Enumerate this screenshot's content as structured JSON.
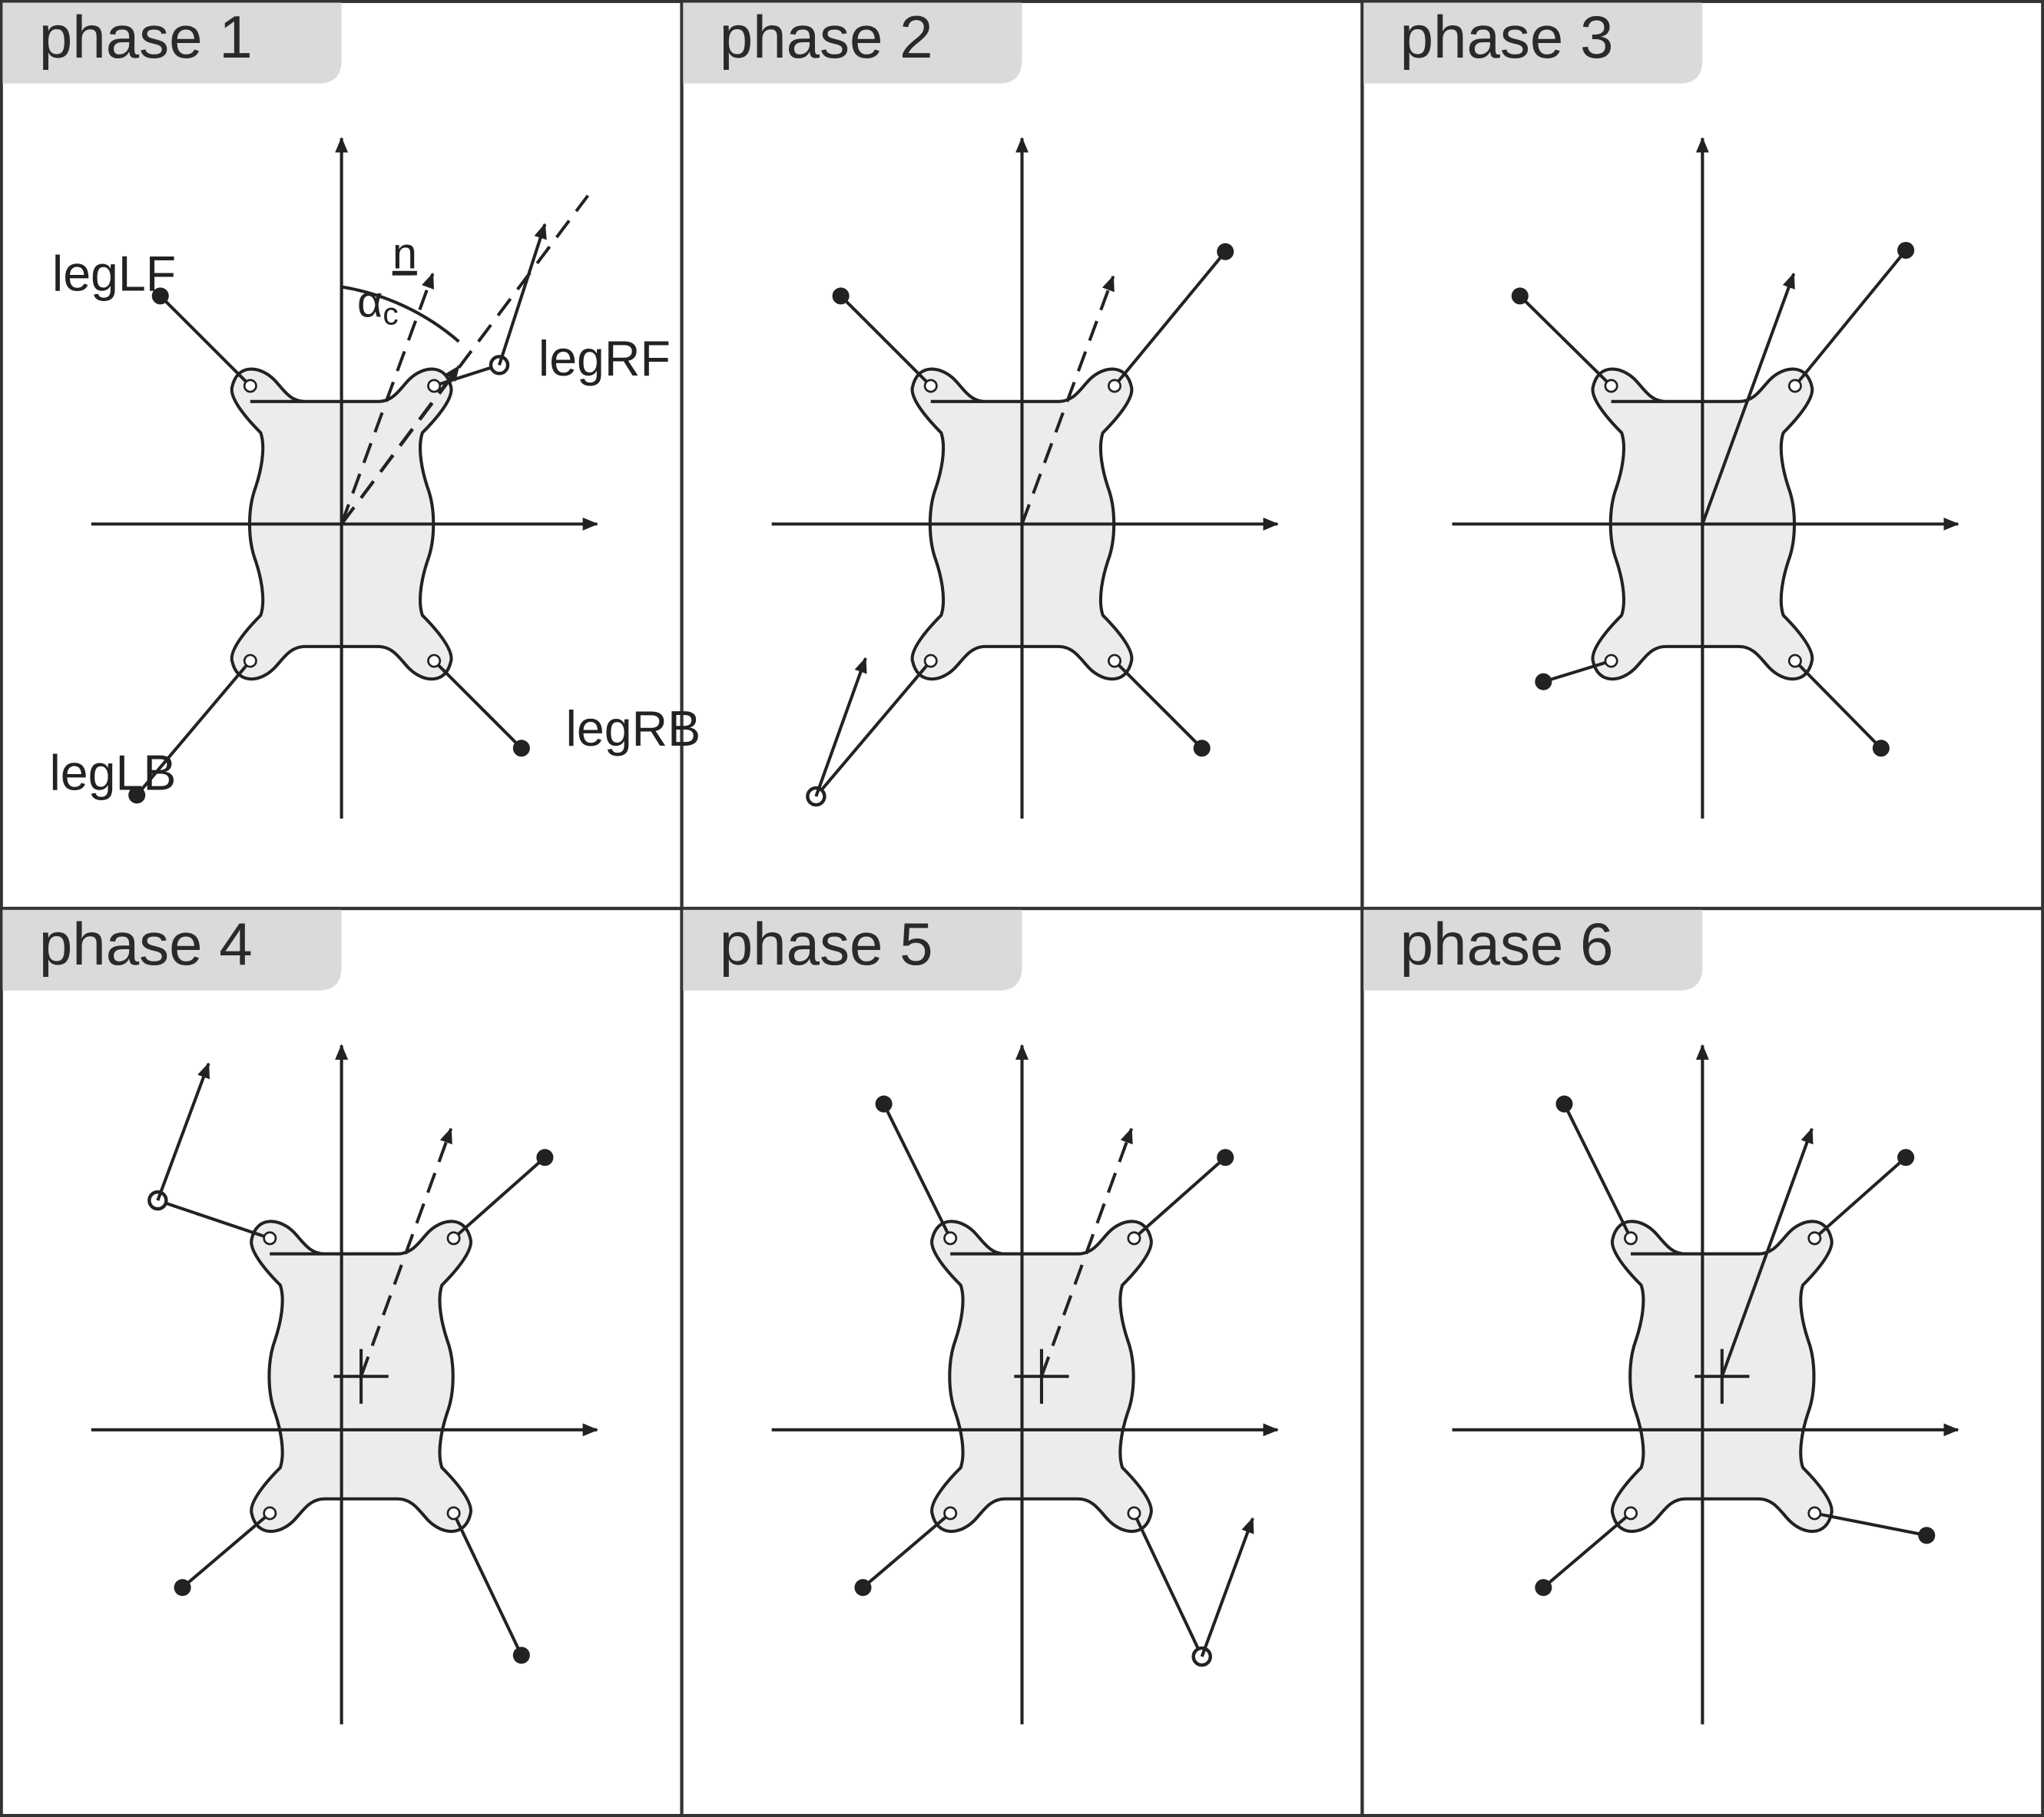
{
  "panels": [
    {
      "id": 1,
      "label": "phase 1"
    },
    {
      "id": 2,
      "label": "phase 2"
    },
    {
      "id": 3,
      "label": "phase 3"
    },
    {
      "id": 4,
      "label": "phase 4"
    },
    {
      "id": 5,
      "label": "phase 5"
    },
    {
      "id": 6,
      "label": "phase 6"
    }
  ],
  "legend": {
    "leg_lf": "legLF",
    "leg_rf": "legRF",
    "leg_lb": "legLB",
    "leg_rb": "legRB",
    "normal": "n",
    "angle_symbol": "α",
    "angle_subscript": "c"
  },
  "colors": {
    "frame": "#333333",
    "tab": "#d9dada",
    "body_fill": "#ebeced",
    "stroke": "#222222"
  }
}
